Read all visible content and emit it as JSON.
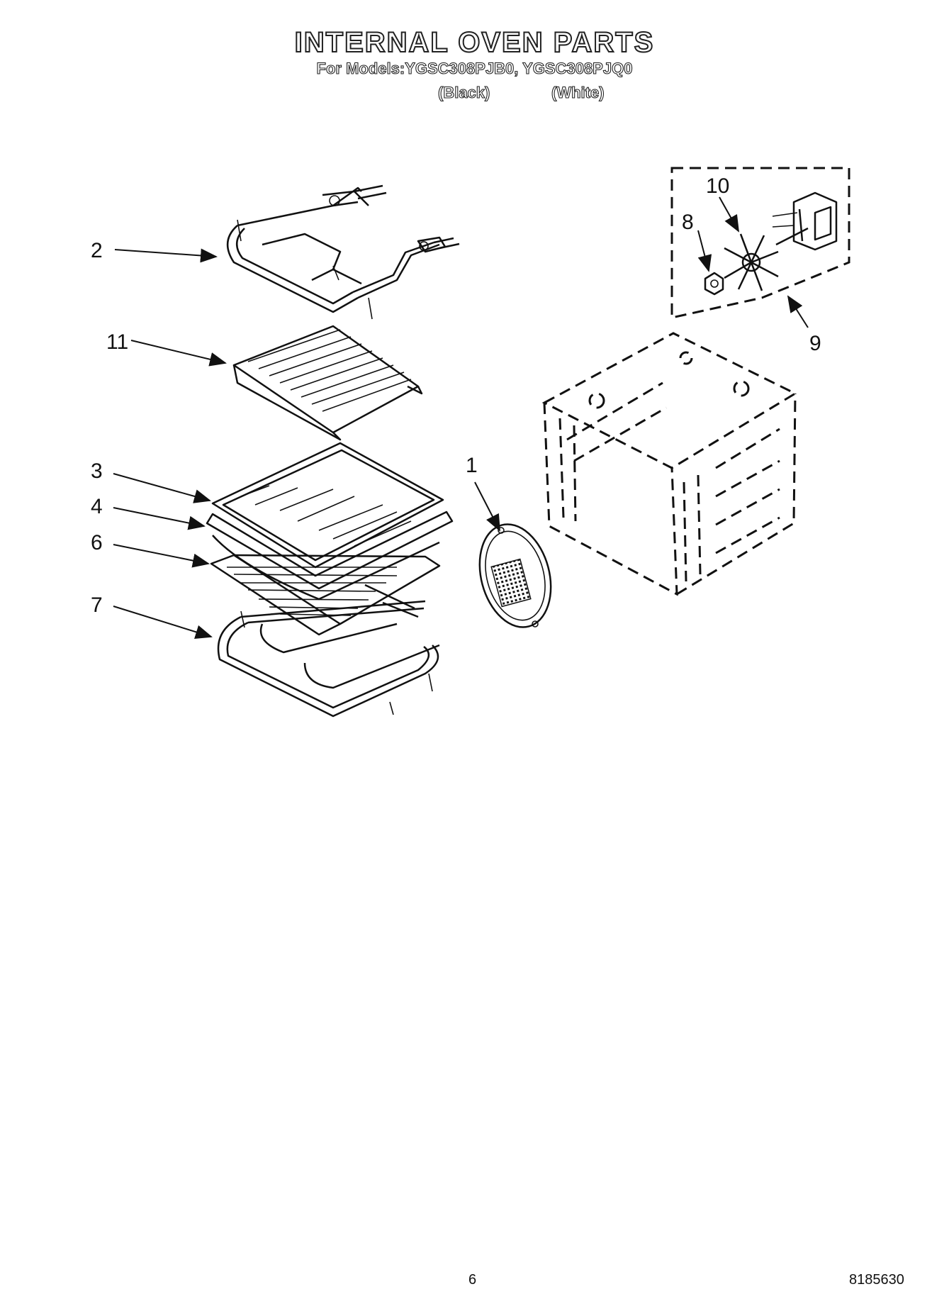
{
  "header": {
    "title": "INTERNAL OVEN PARTS",
    "subtitle": "For Models:YGSC308PJB0, YGSC308PJQ0",
    "variant_black": "(Black)",
    "variant_white": "(White)"
  },
  "callouts": {
    "c1": "1",
    "c2": "2",
    "c3": "3",
    "c4": "4",
    "c6": "6",
    "c7": "7",
    "c8": "8",
    "c9": "9",
    "c10": "10",
    "c11": "11"
  },
  "footer": {
    "page_number": "6",
    "document_number": "8185630"
  }
}
